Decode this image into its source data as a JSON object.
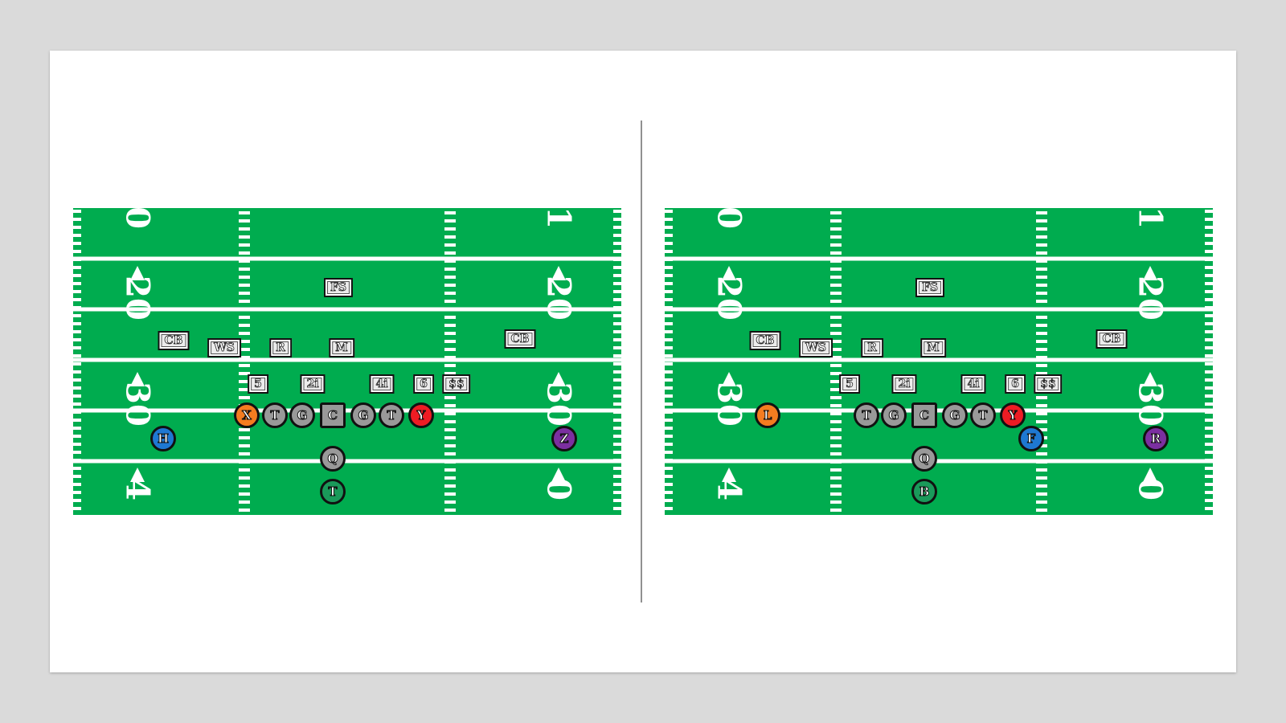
{
  "colors": {
    "page_background": "#dadada",
    "slide_background": "#ffffff",
    "turf": "#00ac4f",
    "field_markings": "#ffffff",
    "outline": "#111111",
    "defender_box": "#ececec"
  },
  "field_markings": {
    "left_numbers": [
      "0",
      "20",
      "30",
      "4"
    ],
    "right_numbers": [
      "1",
      "20",
      "30",
      "0"
    ]
  },
  "diagrams": [
    {
      "id": "left",
      "offense": [
        {
          "label": "X",
          "color": "#f47c20",
          "shape": "circle"
        },
        {
          "label": "T",
          "color": "#999999",
          "shape": "circle"
        },
        {
          "label": "G",
          "color": "#999999",
          "shape": "circle"
        },
        {
          "label": "C",
          "color": "#999999",
          "shape": "square"
        },
        {
          "label": "G",
          "color": "#999999",
          "shape": "circle"
        },
        {
          "label": "T",
          "color": "#999999",
          "shape": "circle"
        },
        {
          "label": "Y",
          "color": "#ee1c24",
          "shape": "circle"
        },
        {
          "label": "H",
          "color": "#1e78d2",
          "shape": "circle"
        },
        {
          "label": "Z",
          "color": "#7b2fa0",
          "shape": "circle"
        },
        {
          "label": "Q",
          "color": "#999999",
          "shape": "circle"
        },
        {
          "label": "T",
          "color": "#1a9a5a",
          "shape": "circle"
        }
      ],
      "defense": [
        "FS",
        "CB",
        "WS",
        "R",
        "M",
        "CB",
        "5",
        "2i",
        "4i",
        "6",
        "$$"
      ]
    },
    {
      "id": "right",
      "offense": [
        {
          "label": "L",
          "color": "#f47c20",
          "shape": "circle"
        },
        {
          "label": "T",
          "color": "#999999",
          "shape": "circle"
        },
        {
          "label": "G",
          "color": "#999999",
          "shape": "circle"
        },
        {
          "label": "C",
          "color": "#999999",
          "shape": "square"
        },
        {
          "label": "G",
          "color": "#999999",
          "shape": "circle"
        },
        {
          "label": "T",
          "color": "#999999",
          "shape": "circle"
        },
        {
          "label": "Y",
          "color": "#ee1c24",
          "shape": "circle"
        },
        {
          "label": "F",
          "color": "#1e78d2",
          "shape": "circle"
        },
        {
          "label": "R",
          "color": "#7b2fa0",
          "shape": "circle"
        },
        {
          "label": "Q",
          "color": "#999999",
          "shape": "circle"
        },
        {
          "label": "B",
          "color": "#1a9a5a",
          "shape": "circle"
        }
      ],
      "defense": [
        "FS",
        "CB",
        "WS",
        "R",
        "M",
        "CB",
        "5",
        "2i",
        "4i",
        "6",
        "$$"
      ]
    }
  ]
}
